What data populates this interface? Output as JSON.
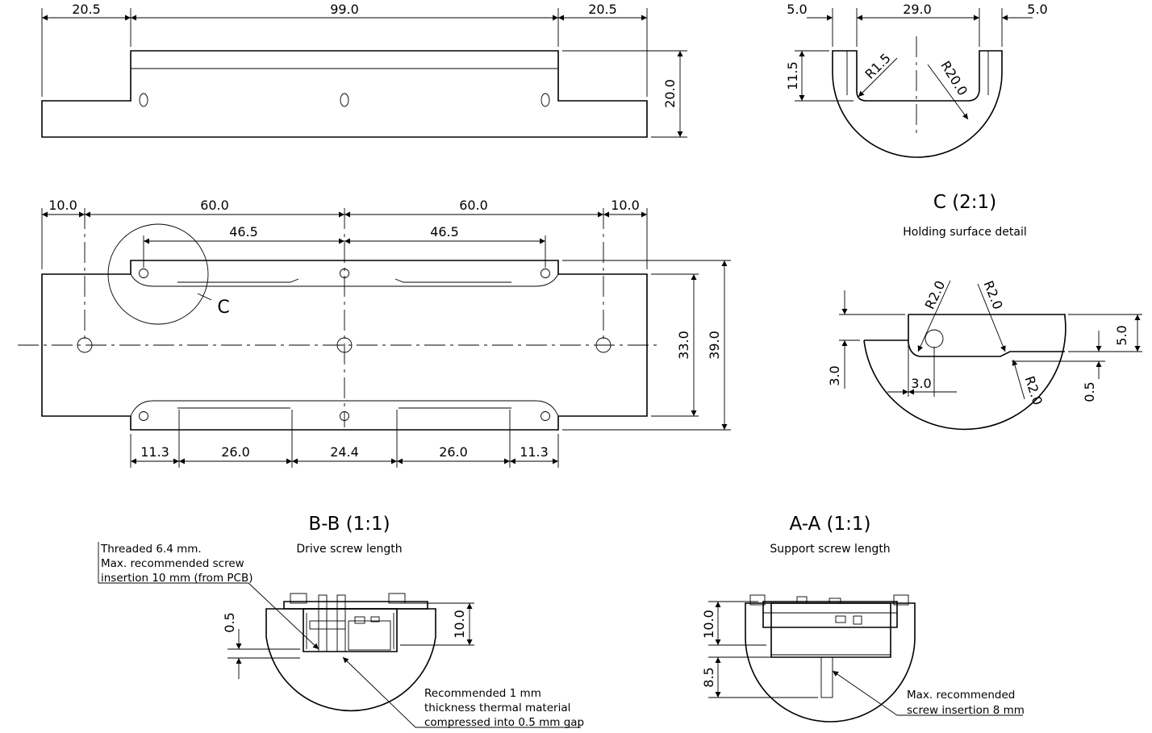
{
  "front_view": {
    "dims": {
      "left": "20.5",
      "middle": "99.0",
      "right": "20.5",
      "height": "20.0"
    }
  },
  "end_view": {
    "dims": {
      "left": "5.0",
      "middle": "29.0",
      "right": "5.0",
      "height": "11.5",
      "r_small": "R1.5",
      "r_large": "R20.0"
    }
  },
  "top_view": {
    "dims": {
      "edge_left": "10.0",
      "pitch_left": "60.0",
      "pitch_right": "60.0",
      "edge_right": "10.0",
      "rail_left": "46.5",
      "rail_right": "46.5",
      "height_inner": "33.0",
      "height_outer": "39.0",
      "b1": "11.3",
      "b2": "26.0",
      "b3": "24.4",
      "b4": "26.0",
      "b5": "11.3"
    },
    "detail_marker": "C"
  },
  "detail_c": {
    "title": "C (2:1)",
    "subtitle": "Holding surface detail",
    "dims": {
      "r_a": "R2.0",
      "r_b": "R2.0",
      "r_c": "R2.0",
      "h_left": "3.0",
      "w_bottom": "3.0",
      "h_right": "5.0",
      "gap": "0.5"
    }
  },
  "section_bb": {
    "title": "B-B (1:1)",
    "subtitle": "Drive screw length",
    "note_top": [
      "Threaded 6.4 mm.",
      "Max. recommended screw",
      "insertion 10 mm (from PCB)"
    ],
    "note_bottom": [
      "Recommended 1 mm",
      "thickness thermal material",
      "compressed into 0.5 mm gap"
    ],
    "dims": {
      "gap": "0.5",
      "depth": "10.0"
    }
  },
  "section_aa": {
    "title": "A-A (1:1)",
    "subtitle": "Support screw length",
    "note": [
      "Max. recommended",
      "screw insertion 8 mm"
    ],
    "dims": {
      "depth": "10.0",
      "screw": "8.5"
    }
  }
}
